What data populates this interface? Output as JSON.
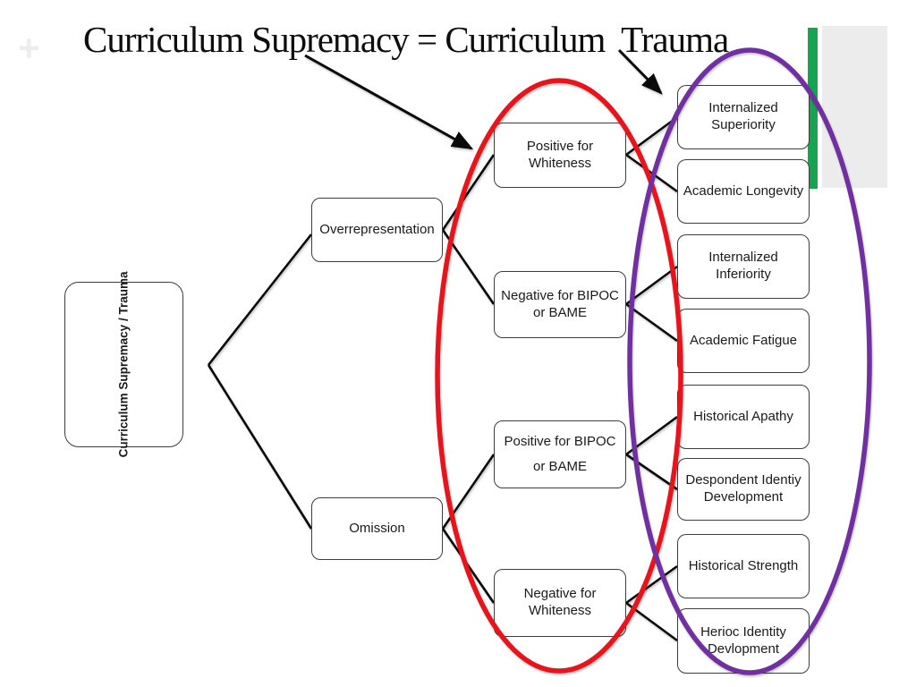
{
  "slide": {
    "title": "Curriculum Supremacy = Curriculum  Trauma",
    "watermark_plus": "+"
  },
  "colors": {
    "red_ellipse": "#e8131b",
    "purple_ellipse": "#7030a0",
    "green_bar": "#14a452",
    "gray_panel": "#ececec"
  },
  "diagram": {
    "root": {
      "label": "Curriculum Supremacy / Trauma"
    },
    "categories": [
      {
        "label": "Overrepresentation"
      },
      {
        "label": "Omission"
      }
    ],
    "impacts": [
      {
        "label": "Positive for Whiteness"
      },
      {
        "label": "Negative for BIPOC or BAME"
      },
      {
        "label": "Positive for BIPOC or BAME"
      },
      {
        "label": "Negative for Whiteness"
      }
    ],
    "outcomes": [
      {
        "label": "Internalized Superiority"
      },
      {
        "label": "Academic Longevity"
      },
      {
        "label": "Internalized Inferiority"
      },
      {
        "label": "Academic Fatigue"
      },
      {
        "label": "Historical Apathy"
      },
      {
        "label": "Despondent Identiy Development"
      },
      {
        "label": "Historical Strength"
      },
      {
        "label": "Herioc Identity Devlopment"
      }
    ]
  }
}
